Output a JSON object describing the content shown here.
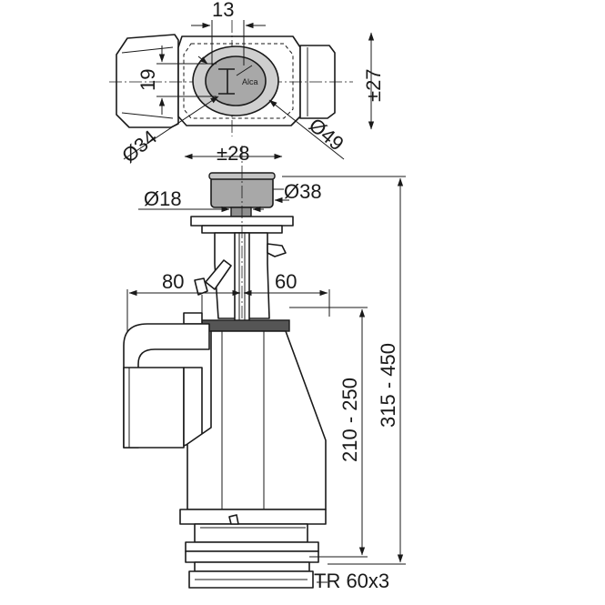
{
  "colors": {
    "line": "#1a1a1a",
    "gray_button": "#a8a8a8",
    "dark_plate": "#555555",
    "background": "#ffffff"
  },
  "top_view": {
    "dim_13": "13",
    "dim_19": "19",
    "dim_pm27": "±27",
    "dim_d34": "Ø34",
    "dim_d49": "Ø49",
    "logo_text": "Alca"
  },
  "side_view": {
    "dim_pm28": "±28",
    "dim_d18": "Ø18",
    "dim_d38": "Ø38",
    "dim_80": "80",
    "dim_60": "60",
    "dim_210_250": "210 - 250",
    "dim_315_450": "315 - 450",
    "thread": "TR 60x3"
  }
}
